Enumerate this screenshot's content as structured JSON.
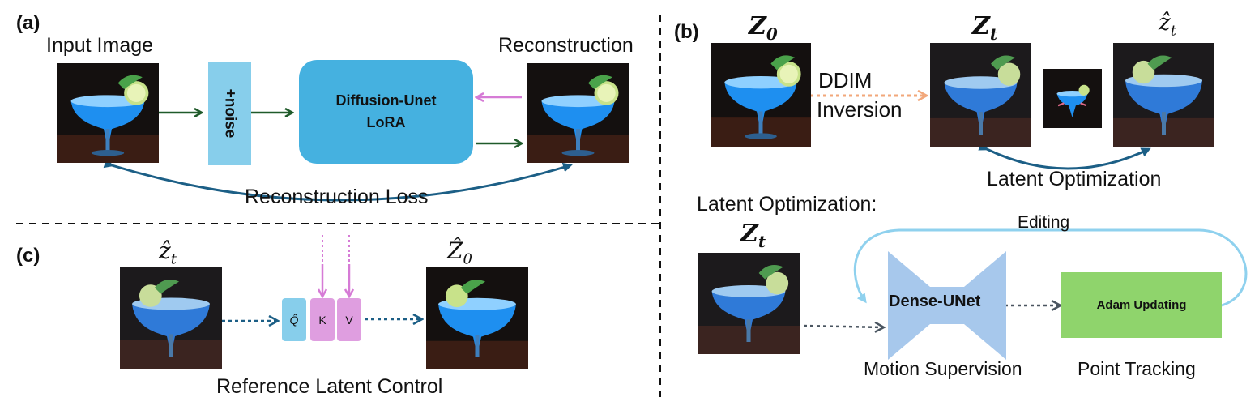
{
  "panels": {
    "a": "(a)",
    "b": "(b)",
    "c": "(c)"
  },
  "panel_a": {
    "input_label": "Input Image",
    "noise_label": "+noise",
    "unet_line1": "Diffusion-Unet",
    "unet_line2": "LoRA",
    "recon_label": "Reconstruction",
    "loss_label": "Reconstruction Loss"
  },
  "panel_b": {
    "z0_base": "Z",
    "z0_sub": "0",
    "zt_base": "Z",
    "zt_sub": "t",
    "zhat_base": "ẑ",
    "zhat_sub": "t",
    "ddim_line1": "DDIM",
    "ddim_line2": "Inversion",
    "latent_opt_label": "Latent Optimization",
    "latent_opt_title": "Latent Optimization:",
    "zt2_base": "Z",
    "zt2_sub": "t",
    "editing_label": "Editing",
    "dense_unet_label": "Dense-UNet",
    "adam_label": "Adam Updating",
    "motion_label": "Motion Supervision",
    "tracking_label": "Point Tracking"
  },
  "panel_c": {
    "zhat_base": "ẑ",
    "zhat_sub": "t",
    "z0hat_base": "Ẑ",
    "z0hat_sub": "0",
    "q_label": "Q̂",
    "k_label": "K",
    "v_label": "V",
    "ref_label": "Reference Latent Control"
  },
  "colors": {
    "noise_box": "#87ceeb",
    "unet_box": "#45b1e0",
    "adam_box": "#8fd46c",
    "dense_unet": "#a7c8ec",
    "qkv_q": "#87ceeb",
    "qkv_kv": "#df9ee0",
    "arrow_green": "#1f5a2a",
    "arrow_teal": "#1c5f86",
    "arrow_pink": "#d67bd6",
    "arrow_orange": "#f2a77a",
    "arrow_lightblue": "#8fd1ee",
    "arrow_gray": "#4a5560"
  },
  "icons": [
    "cocktail-image"
  ]
}
